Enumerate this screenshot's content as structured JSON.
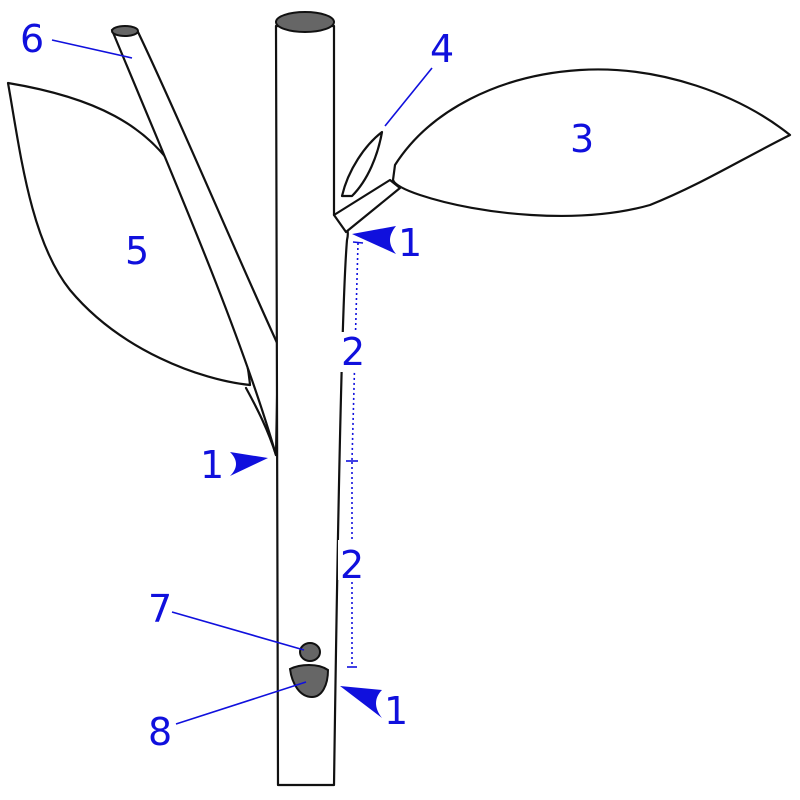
{
  "labels": {
    "node_upper": "1",
    "node_middle": "1",
    "node_lower": "1",
    "internode_upper": "2",
    "internode_lower": "2",
    "leaf_right": "3",
    "axillary_bud": "4",
    "leaf_left": "5",
    "branch": "6",
    "bud_scar": "7",
    "leaf_scar": "8"
  },
  "colors": {
    "label_blue": "#1010dd",
    "outline": "#111111",
    "scar_fill": "#666666"
  }
}
